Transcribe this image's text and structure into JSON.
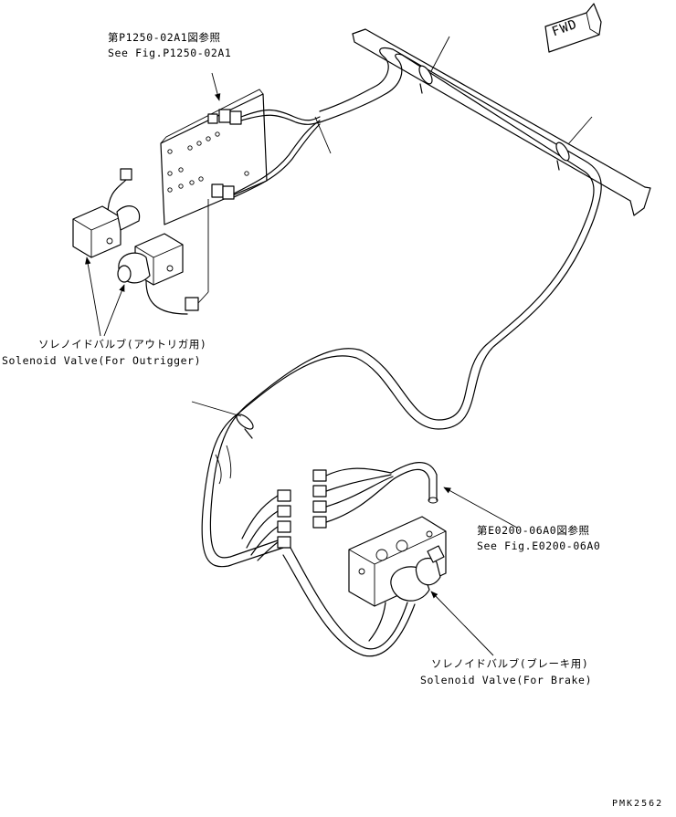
{
  "labels": {
    "ref_p1250_jp": "第P1250-02A1図参照",
    "ref_p1250_en": "See Fig.P1250-02A1",
    "solenoid_outrigger_jp": "ソレノイドバルブ(アウトリガ用)",
    "solenoid_outrigger_en": "Solenoid Valve(For Outrigger)",
    "ref_e0200_jp": "第E0200-06A0図参照",
    "ref_e0200_en": "See Fig.E0200-06A0",
    "solenoid_brake_jp": "ソレノイドバルブ(ブレーキ用)",
    "solenoid_brake_en": "Solenoid Valve(For Brake)",
    "fwd": "FWD",
    "drawing_code": "PMK2562"
  }
}
